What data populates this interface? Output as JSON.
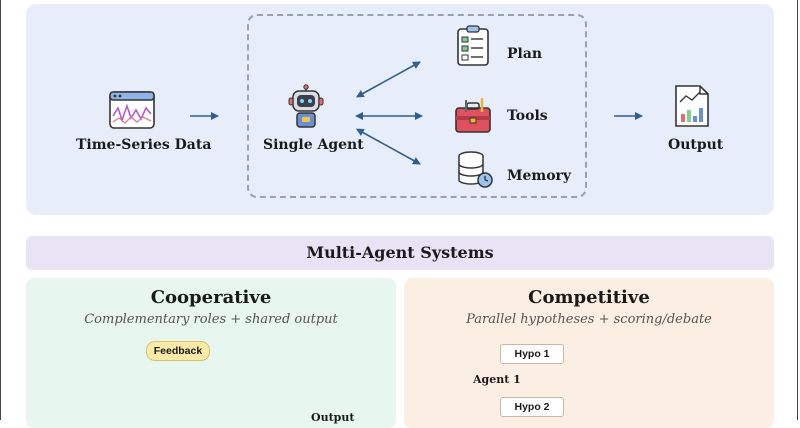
{
  "single_agent_section": {
    "input_label": "Time-Series Data",
    "agent_label": "Single Agent",
    "output_label": "Output",
    "modules": [
      {
        "label": "Plan",
        "icon": "checklist-icon"
      },
      {
        "label": "Tools",
        "icon": "toolbox-icon"
      },
      {
        "label": "Memory",
        "icon": "database-clock-icon"
      }
    ]
  },
  "multi_agent_section": {
    "title": "Multi-Agent Systems",
    "cooperative": {
      "title": "Cooperative",
      "subtitle": "Complementary roles + shared output",
      "feedback_label": "Feedback",
      "output_label": "Output"
    },
    "competitive": {
      "title": "Competitive",
      "subtitle": "Parallel hypotheses + scoring/debate",
      "hypotheses": [
        "Hypo 1",
        "Hypo 2"
      ],
      "agent_label": "Agent 1"
    }
  },
  "colors": {
    "arrow": "#2f5f8f",
    "top_panel": "#e8eef9",
    "cooperative_panel": "#e7f6ee",
    "competitive_panel": "#fbeee3",
    "banner": "#e9e3f6"
  }
}
